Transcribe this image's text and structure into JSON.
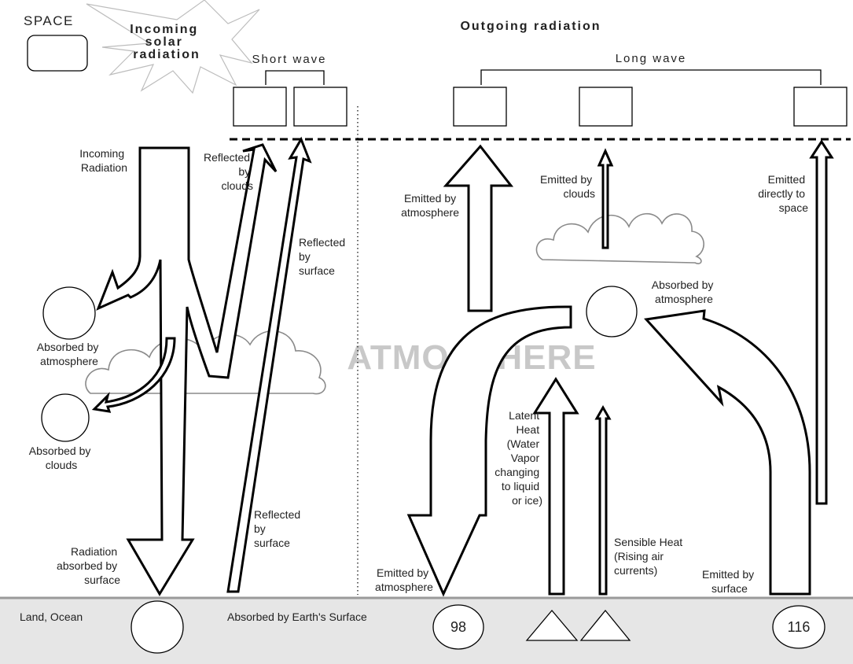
{
  "regions": {
    "space": "SPACE",
    "atmosphere": "ATMOSPHERE",
    "surface": "Land, Ocean"
  },
  "headings": {
    "incoming_solar": [
      "Incoming",
      "solar",
      "radiation"
    ],
    "outgoing": "Outgoing radiation",
    "short_wave": "Short wave",
    "long_wave": "Long wave"
  },
  "labels": {
    "incoming_radiation": [
      "Incoming",
      "Radiation"
    ],
    "reflected_by_clouds": [
      "Reflected",
      "by",
      "clouds"
    ],
    "reflected_by_surface_upper": [
      "Reflected",
      "by",
      "surface"
    ],
    "reflected_by_surface_lower": [
      "Reflected",
      "by",
      "surface"
    ],
    "absorbed_by_atmosphere_left": [
      "Absorbed by",
      "atmosphere"
    ],
    "absorbed_by_clouds": [
      "Absorbed by",
      "clouds"
    ],
    "radiation_absorbed_by_surface": [
      "Radiation",
      "absorbed by",
      "surface"
    ],
    "emitted_by_atmosphere_up": [
      "Emitted by",
      "atmosphere"
    ],
    "emitted_by_clouds": [
      "Emitted by",
      "clouds"
    ],
    "emitted_directly_to_space": [
      "Emitted",
      "directly to",
      "space"
    ],
    "absorbed_by_atmosphere_right": [
      "Absorbed by",
      "atmosphere"
    ],
    "latent_heat": [
      "Latent",
      "Heat",
      "(Water",
      "Vapor",
      "changing",
      "to liquid",
      "or ice)"
    ],
    "sensible_heat": [
      "Sensible Heat",
      "(Rising air",
      "currents)"
    ],
    "emitted_by_atmosphere_down": [
      "Emitted by",
      "atmosphere"
    ],
    "emitted_by_surface": [
      "Emitted by",
      "surface"
    ],
    "absorbed_by_earths_surface": "Absorbed by Earth's Surface"
  },
  "values": {
    "emitted_by_atmosphere_absorbed_by_surface": "98",
    "emitted_by_surface": "116"
  },
  "colors": {
    "surface_band": "#e6e6e6",
    "surface_line": "#9a9a9a",
    "watermark": "#c8c8c8",
    "sun_rays": "#bdbdbd",
    "cloud_stroke": "#8a8a8a"
  }
}
